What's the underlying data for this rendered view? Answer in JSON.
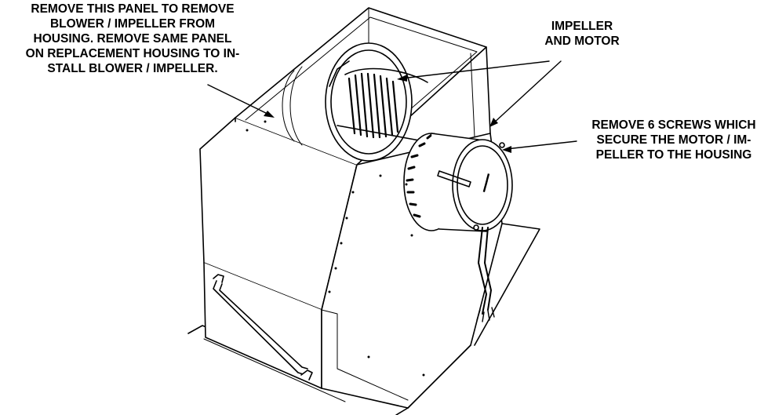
{
  "callouts": {
    "panel": {
      "lines": [
        "REMOVE THIS PANEL TO REMOVE",
        "BLOWER / IMPELLER FROM",
        "HOUSING. REMOVE SAME PANEL",
        "ON REPLACEMENT HOUSING TO IN-",
        "STALL BLOWER / IMPELLER."
      ]
    },
    "impeller": {
      "lines": [
        "IMPELLER",
        "AND MOTOR"
      ]
    },
    "screws": {
      "lines": [
        "REMOVE 6 SCREWS WHICH",
        "SECURE THE MOTOR / IM-",
        "PELLER TO THE HOUSING"
      ]
    }
  },
  "colors": {
    "ink": "#000000",
    "background": "#ffffff"
  }
}
